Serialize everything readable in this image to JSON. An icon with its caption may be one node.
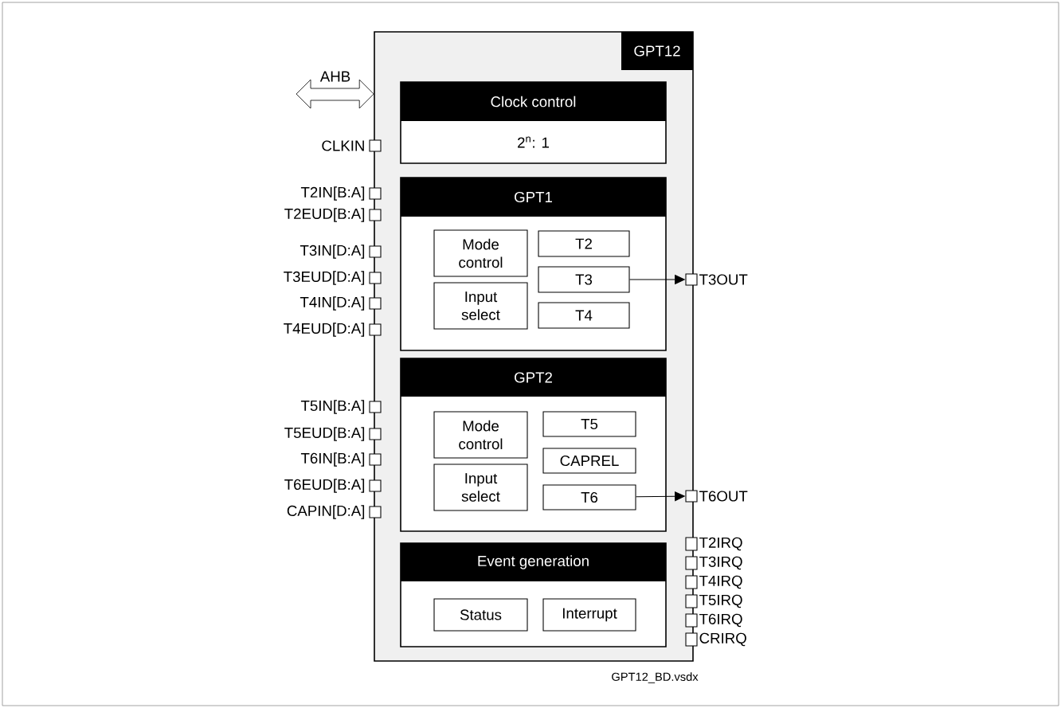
{
  "diagram": {
    "nodes": [
      {
        "text": [
          "GPT12"
        ]
      },
      {
        "text": [
          "Clock control",
          "2$^{n}$: 1"
        ],
        "in": 0
      },
      {
        "text": [
          "GPT1"
        ],
        "in": 0
      },
      {
        "text": [
          "Mode control"
        ],
        "in": 2
      },
      {
        "text": [
          "Input select"
        ],
        "in": 2
      },
      {
        "text": [
          "T2"
        ],
        "in": 2
      },
      {
        "text": [
          "T3"
        ],
        "in": 2
      },
      {
        "text": [
          "T4"
        ],
        "in": 2
      },
      {
        "text": [
          "GPT2"
        ],
        "in": 0
      },
      {
        "text": [
          "Mode control"
        ],
        "in": 8
      },
      {
        "text": [
          "Input select"
        ],
        "in": 8
      },
      {
        "text": [
          "T5"
        ],
        "in": 8
      },
      {
        "text": [
          "CAPREL"
        ],
        "in": 8
      },
      {
        "text": [
          "T6"
        ],
        "in": 8
      },
      {
        "text": [
          "Event generation"
        ],
        "in": 0
      },
      {
        "text": [
          "Status"
        ],
        "in": 14
      },
      {
        "text": [
          "Interrupt"
        ],
        "in": 14
      },
      {
        "text": [],
        "shape": "box",
        "beside": [
          "T3OUT"
        ]
      },
      {
        "text": [],
        "shape": "box",
        "beside": [
          "T6OUT"
        ]
      },
      {
        "text": [],
        "shape": "box",
        "beside": [
          "CLKIN"
        ]
      },
      {
        "text": [],
        "shape": "box",
        "beside": [
          "T2IN[B:A]"
        ]
      },
      {
        "text": [],
        "shape": "box",
        "beside": [
          "T2EUD[B:A]"
        ]
      },
      {
        "text": [],
        "shape": "box",
        "beside": [
          "T3IN[D:A]"
        ]
      },
      {
        "text": [],
        "shape": "box",
        "beside": [
          "T3EUD[D:A]"
        ]
      },
      {
        "text": [],
        "shape": "box",
        "beside": [
          "T4IN[D:A]"
        ]
      },
      {
        "text": [],
        "shape": "box",
        "beside": [
          "T4EUD[D:A]"
        ]
      },
      {
        "text": [],
        "shape": "box",
        "beside": [
          "T5IN[B:A]"
        ]
      },
      {
        "text": [],
        "shape": "box",
        "beside": [
          "T5EUD[B:A]"
        ]
      },
      {
        "text": [],
        "shape": "box",
        "beside": [
          "T6IN[B:A]"
        ]
      },
      {
        "text": [],
        "shape": "box",
        "beside": [
          "T6EUD[B:A]"
        ]
      },
      {
        "text": [],
        "shape": "box",
        "beside": [
          "CAPIN[D:A]"
        ]
      },
      {
        "text": [],
        "shape": "box",
        "beside": [
          "T2IRQ"
        ]
      },
      {
        "text": [],
        "shape": "box",
        "beside": [
          "T3IRQ"
        ]
      },
      {
        "text": [],
        "shape": "box",
        "beside": [
          "T4IRQ"
        ]
      },
      {
        "text": [],
        "shape": "box",
        "beside": [
          "T5IRQ"
        ]
      },
      {
        "text": [],
        "shape": "box",
        "beside": [
          "T6IRQ"
        ]
      },
      {
        "text": [],
        "shape": "box",
        "beside": [
          "CRIRQ"
        ]
      }
    ],
    "edges": [
      {
        "from": 6,
        "to": 17,
        "arrow": "to"
      },
      {
        "from": 13,
        "to": 18,
        "arrow": "to"
      },
      {
        "from": null,
        "to": 0,
        "arrow": "both",
        "label": "AHB"
      }
    ],
    "labels": [
      "GPT12_BD.vsdx"
    ]
  }
}
